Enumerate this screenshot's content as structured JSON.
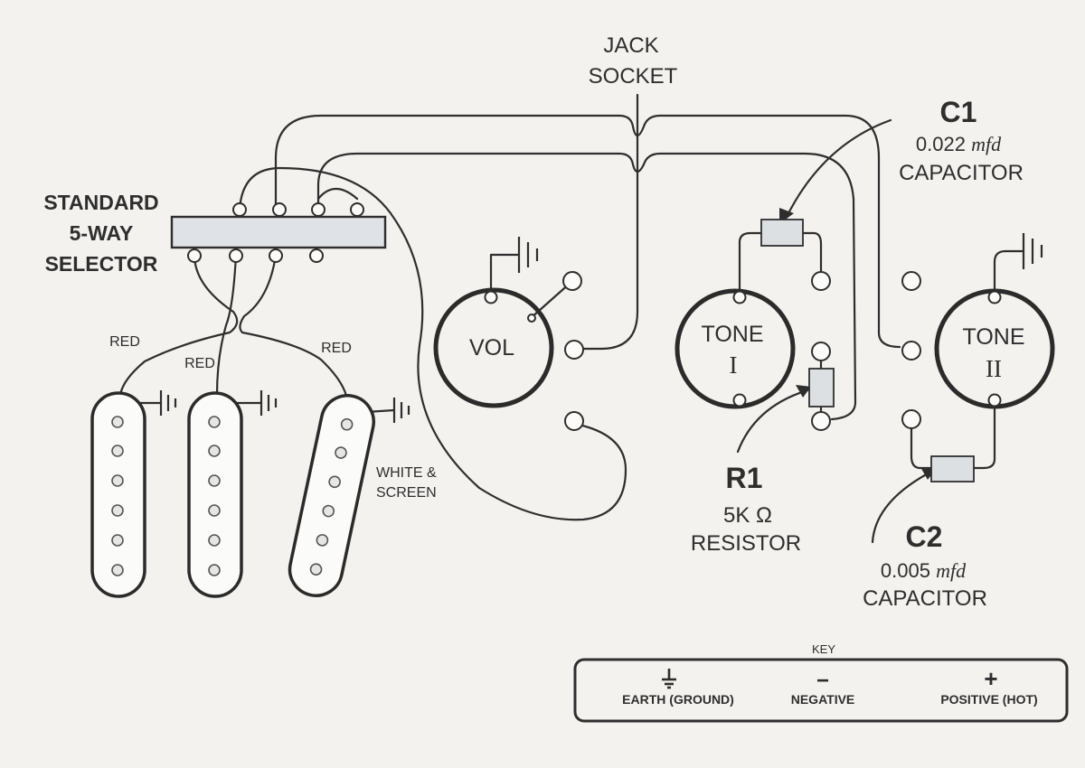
{
  "jack": {
    "line1": "JACK",
    "line2": "SOCKET"
  },
  "selector": {
    "line1": "STANDARD",
    "line2": "5-WAY",
    "line3": "SELECTOR"
  },
  "wire_labels": {
    "red_1": "RED",
    "red_2": "RED",
    "red_3": "RED",
    "white_1": "WHITE &",
    "white_2": "SCREEN"
  },
  "pots": {
    "vol": "VOL",
    "tone1": "TONE",
    "tone1_num": "I",
    "tone2": "TONE",
    "tone2_num": "II"
  },
  "c1": {
    "id": "C1",
    "value": "0.022",
    "unit": "mfd",
    "type": "CAPACITOR"
  },
  "r1": {
    "id": "R1",
    "value": "5K Ω",
    "type": "RESISTOR"
  },
  "c2": {
    "id": "C2",
    "value": "0.005",
    "unit": "mfd",
    "type": "CAPACITOR"
  },
  "key": {
    "title": "KEY",
    "earth_symbol": "⏚",
    "earth": "EARTH (GROUND)",
    "negative_symbol": "−",
    "negative": "NEGATIVE",
    "positive_symbol": "+",
    "positive": "POSITIVE (HOT)"
  },
  "colors": {
    "background": "#f3f2ef",
    "ink": "#2e2e2e",
    "component_fill": "#dde0e3"
  }
}
